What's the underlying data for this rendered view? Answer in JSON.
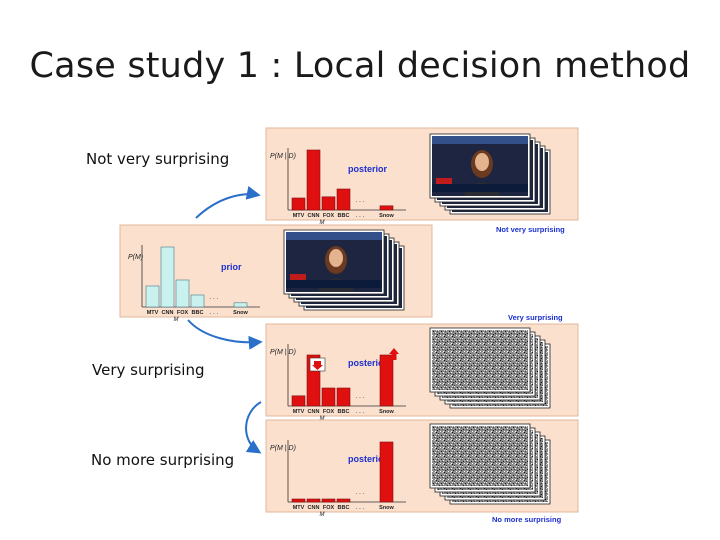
{
  "slide": {
    "title": "Case study 1 : Local decision method",
    "labels": {
      "not_very": "Not very surprising",
      "very": "Very surprising",
      "no_more": "No more surprising"
    }
  },
  "figure": {
    "axis_posterior": "P(M | D)",
    "axis_prior": "P(M)",
    "posterior_word": "posterior",
    "prior_word": "prior",
    "m_label": "M",
    "ellipsis": ". . .",
    "ellipsis_x": ". . .",
    "channels": [
      "MTV",
      "CNN",
      "FOX",
      "BBC"
    ],
    "last_channel": "Snow",
    "captions": {
      "not_very": "Not very surprising",
      "very": "Very surprising",
      "no_more": "No more surprising"
    },
    "accent_red": "#e01010",
    "prior_fill": "#c9f1ee",
    "panel_bg": "#fbe0cd",
    "caption_blue": "#1a2fd0"
  },
  "chart_data": [
    {
      "type": "bar",
      "panel": "posterior-1",
      "categories": [
        "MTV",
        "CNN",
        "FOX",
        "BBC",
        "Snow"
      ],
      "values": [
        0.2,
        1.0,
        0.22,
        0.35,
        0.07
      ],
      "ylabel": "P(M | D)",
      "xlabel": "M"
    },
    {
      "type": "bar",
      "panel": "prior",
      "categories": [
        "MTV",
        "CNN",
        "FOX",
        "BBC",
        "Snow"
      ],
      "values": [
        0.35,
        1.0,
        0.45,
        0.2,
        0.07
      ],
      "ylabel": "P(M)",
      "xlabel": "M"
    },
    {
      "type": "bar",
      "panel": "posterior-2",
      "categories": [
        "MTV",
        "CNN",
        "FOX",
        "BBC",
        "Snow"
      ],
      "values": [
        0.17,
        0.85,
        0.3,
        0.3,
        0.85
      ],
      "ylabel": "P(M | D)",
      "xlabel": "M"
    },
    {
      "type": "bar",
      "panel": "posterior-3",
      "categories": [
        "MTV",
        "CNN",
        "FOX",
        "BBC",
        "Snow"
      ],
      "values": [
        0.05,
        0.05,
        0.05,
        0.05,
        1.0
      ],
      "ylabel": "P(M | D)",
      "xlabel": "M"
    }
  ]
}
